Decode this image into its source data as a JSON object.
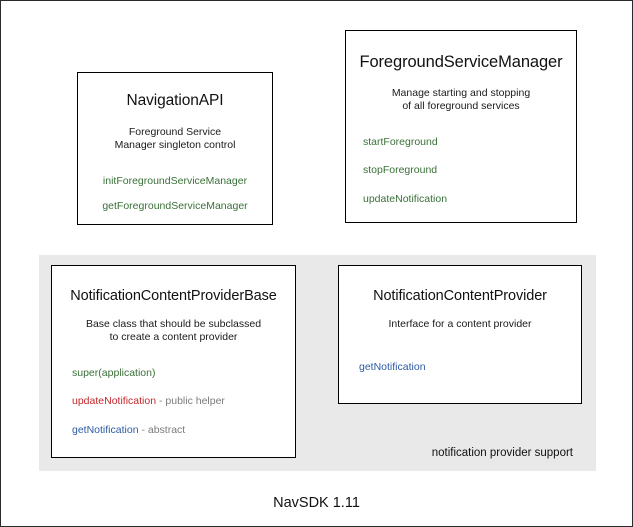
{
  "diagram": {
    "caption": "NavSDK 1.11",
    "colors": {
      "method_green": "#3a7038",
      "method_red": "#c3262a",
      "method_blue": "#2d5ba4",
      "note_gray": "#7b7b7b",
      "panel_background": "#e9e9e9",
      "box_border": "#000000",
      "frame_border": "#2b2b2b"
    },
    "boxes": [
      {
        "id": "navigation-api",
        "title": "NavigationAPI",
        "description_lines": [
          "Foreground Service",
          "Manager singleton control"
        ],
        "members": [
          {
            "name": "initForegroundServiceManager",
            "color": "green",
            "note": ""
          },
          {
            "name": "getForegroundServiceManager",
            "color": "green",
            "note": ""
          }
        ]
      },
      {
        "id": "foreground-service-manager",
        "title": "ForegroundServiceManager",
        "description_lines": [
          "Manage starting and stopping",
          "of all foreground services"
        ],
        "members": [
          {
            "name": "startForeground",
            "color": "green",
            "note": ""
          },
          {
            "name": "stopForeground",
            "color": "green",
            "note": ""
          },
          {
            "name": "updateNotification",
            "color": "green",
            "note": ""
          }
        ]
      },
      {
        "id": "notification-content-provider-base",
        "title": "NotificationContentProviderBase",
        "description_lines": [
          "Base class that should be subclassed",
          "to create a content provider"
        ],
        "members": [
          {
            "name": "super(application)",
            "color": "green",
            "note": ""
          },
          {
            "name": "updateNotification",
            "color": "red",
            "note": " - public helper"
          },
          {
            "name": "getNotification",
            "color": "blue",
            "note": " - abstract"
          }
        ]
      },
      {
        "id": "notification-content-provider",
        "title": "NotificationContentProvider",
        "description_lines": [
          "Interface for a content provider"
        ],
        "members": [
          {
            "name": "getNotification",
            "color": "blue",
            "note": ""
          }
        ]
      }
    ],
    "panels": [
      {
        "id": "notification-support",
        "label": "notification provider support"
      }
    ]
  }
}
